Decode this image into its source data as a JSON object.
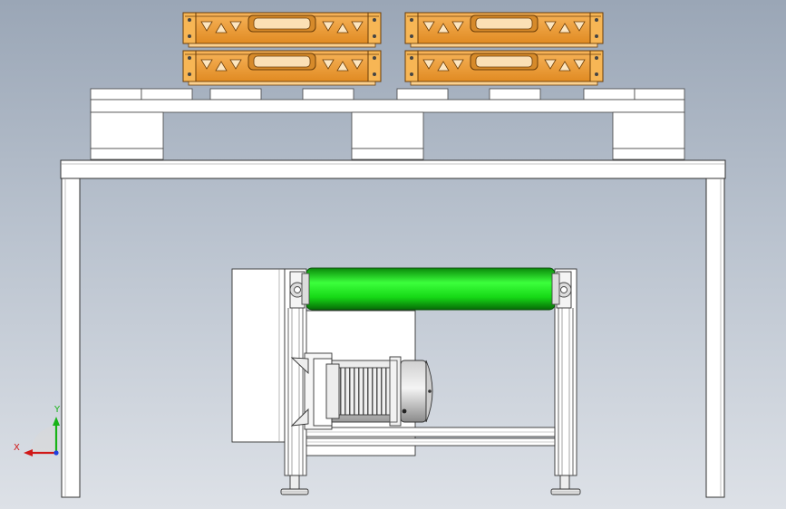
{
  "viewport": {
    "background_top": "#9aa6b6",
    "background_bottom": "#dde1e7"
  },
  "colors": {
    "crate": "#f2a13a",
    "crate_outline": "#6b3d08",
    "roller": "#16e016",
    "frame": "#ffffff",
    "line": "#333333",
    "axis_x": "#e02020",
    "axis_y": "#20c020",
    "axis_z": "#2040e0"
  },
  "parts": {
    "crates": [
      "crate-top-left",
      "crate-top-right",
      "crate-bottom-left",
      "crate-bottom-right"
    ],
    "pallet": "pallet",
    "table": "table",
    "roller": "green-roller",
    "motor": "motor",
    "gearbox": "gearbox"
  },
  "axis_triad": {
    "x_label": "X",
    "y_label": "Y"
  }
}
